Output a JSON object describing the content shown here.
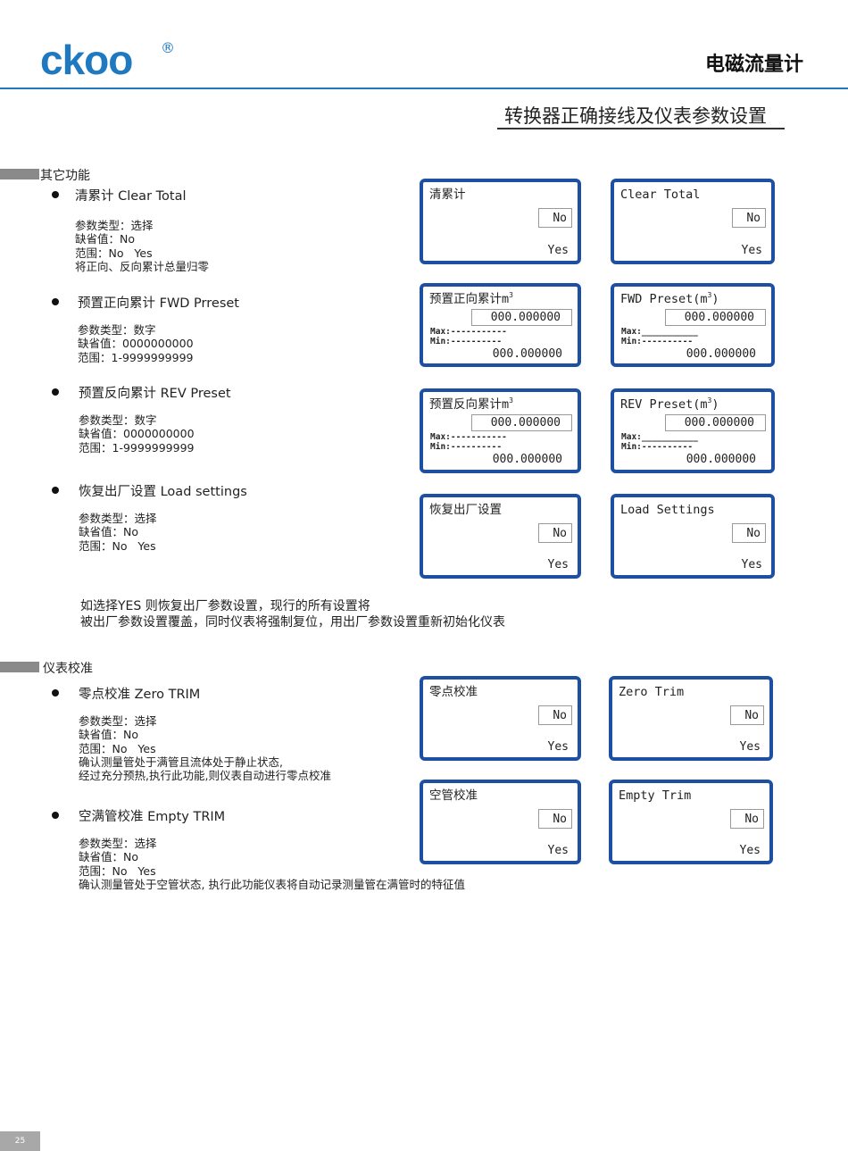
{
  "header": {
    "logo": "ckoo",
    "registered": "®",
    "product": "电磁流量计",
    "subtitle": "转换器正确接线及仪表参数设置"
  },
  "sections": [
    {
      "title": "其它功能"
    },
    {
      "title": "仪表校准"
    }
  ],
  "items": [
    {
      "title": "清累计  Clear Total",
      "desc": "参数类型：选择\n缺省值：No\n范围：No   Yes\n将正向、反向累计总量归零"
    },
    {
      "title": "预置正向累计  FWD Prreset",
      "desc": "参数类型：数字\n缺省值：0000000000\n范围：1-9999999999"
    },
    {
      "title": "预置反向累计  REV Preset",
      "desc": "参数类型：数字\n缺省值：0000000000\n范围：1-9999999999"
    },
    {
      "title": "恢复出厂设置  Load settings",
      "desc": "参数类型：选择\n缺省值：No\n范围：No   Yes"
    },
    {
      "title": "零点校准  Zero TRIM",
      "desc": "参数类型：选择\n缺省值：No\n范围：No   Yes\n确认测量管处于满管且流体处于静止状态,\n经过充分预热,执行此功能,则仪表自动进行零点校准"
    },
    {
      "title": "空满管校准 Empty TRIM",
      "desc": "参数类型：选择\n缺省值：No\n范围：No   Yes\n确认测量管处于空管状态, 执行此功能仪表将自动记录测量管在满管时的特征值"
    }
  ],
  "load_note": "如选择YES 则恢复出厂参数设置，现行的所有设置将\n被出厂参数设置覆盖，同时仪表将强制复位，用出厂参数设置重新初始化仪表",
  "panels": [
    {
      "type": "choice",
      "title": "清累计",
      "value": "No",
      "option": "Yes"
    },
    {
      "type": "choice",
      "title": "Clear Total",
      "value": "No",
      "option": "Yes"
    },
    {
      "type": "preset",
      "title": "预置正向累计m",
      "sup": "3",
      "value": "000.000000",
      "max": "Max:-----------",
      "min": "Min:----------",
      "value2": "000.000000"
    },
    {
      "type": "preset",
      "title": "FWD Preset(m",
      "sup": "3",
      "suffix": ")",
      "value": "000.000000",
      "max": "Max:___________",
      "min": "Min:----------",
      "value2": "000.000000"
    },
    {
      "type": "preset",
      "title": "预置反向累计m",
      "sup": "3",
      "value": "000.000000",
      "max": "Max:-----------",
      "min": "Min:----------",
      "value2": "000.000000"
    },
    {
      "type": "preset",
      "title": "REV Preset(m",
      "sup": "3",
      "suffix": ")",
      "value": "000.000000",
      "max": "Max:___________",
      "min": "Min:----------",
      "value2": "000.000000"
    },
    {
      "type": "choice",
      "title": "恢复出厂设置",
      "value": "No",
      "option": "Yes"
    },
    {
      "type": "choice",
      "title": "Load Settings",
      "value": "No",
      "option": "Yes"
    },
    {
      "type": "choice",
      "title": "零点校准",
      "value": "No",
      "option": "Yes"
    },
    {
      "type": "choice",
      "title": "Zero Trim",
      "value": "No",
      "option": "Yes"
    },
    {
      "type": "choice",
      "title": "空管校准",
      "value": "No",
      "option": "Yes"
    },
    {
      "type": "choice",
      "title": "Empty Trim",
      "value": "No",
      "option": "Yes"
    }
  ],
  "page_number": "25",
  "colors": {
    "brand": "#1f79c0",
    "panel_border": "#1d4fa3"
  }
}
